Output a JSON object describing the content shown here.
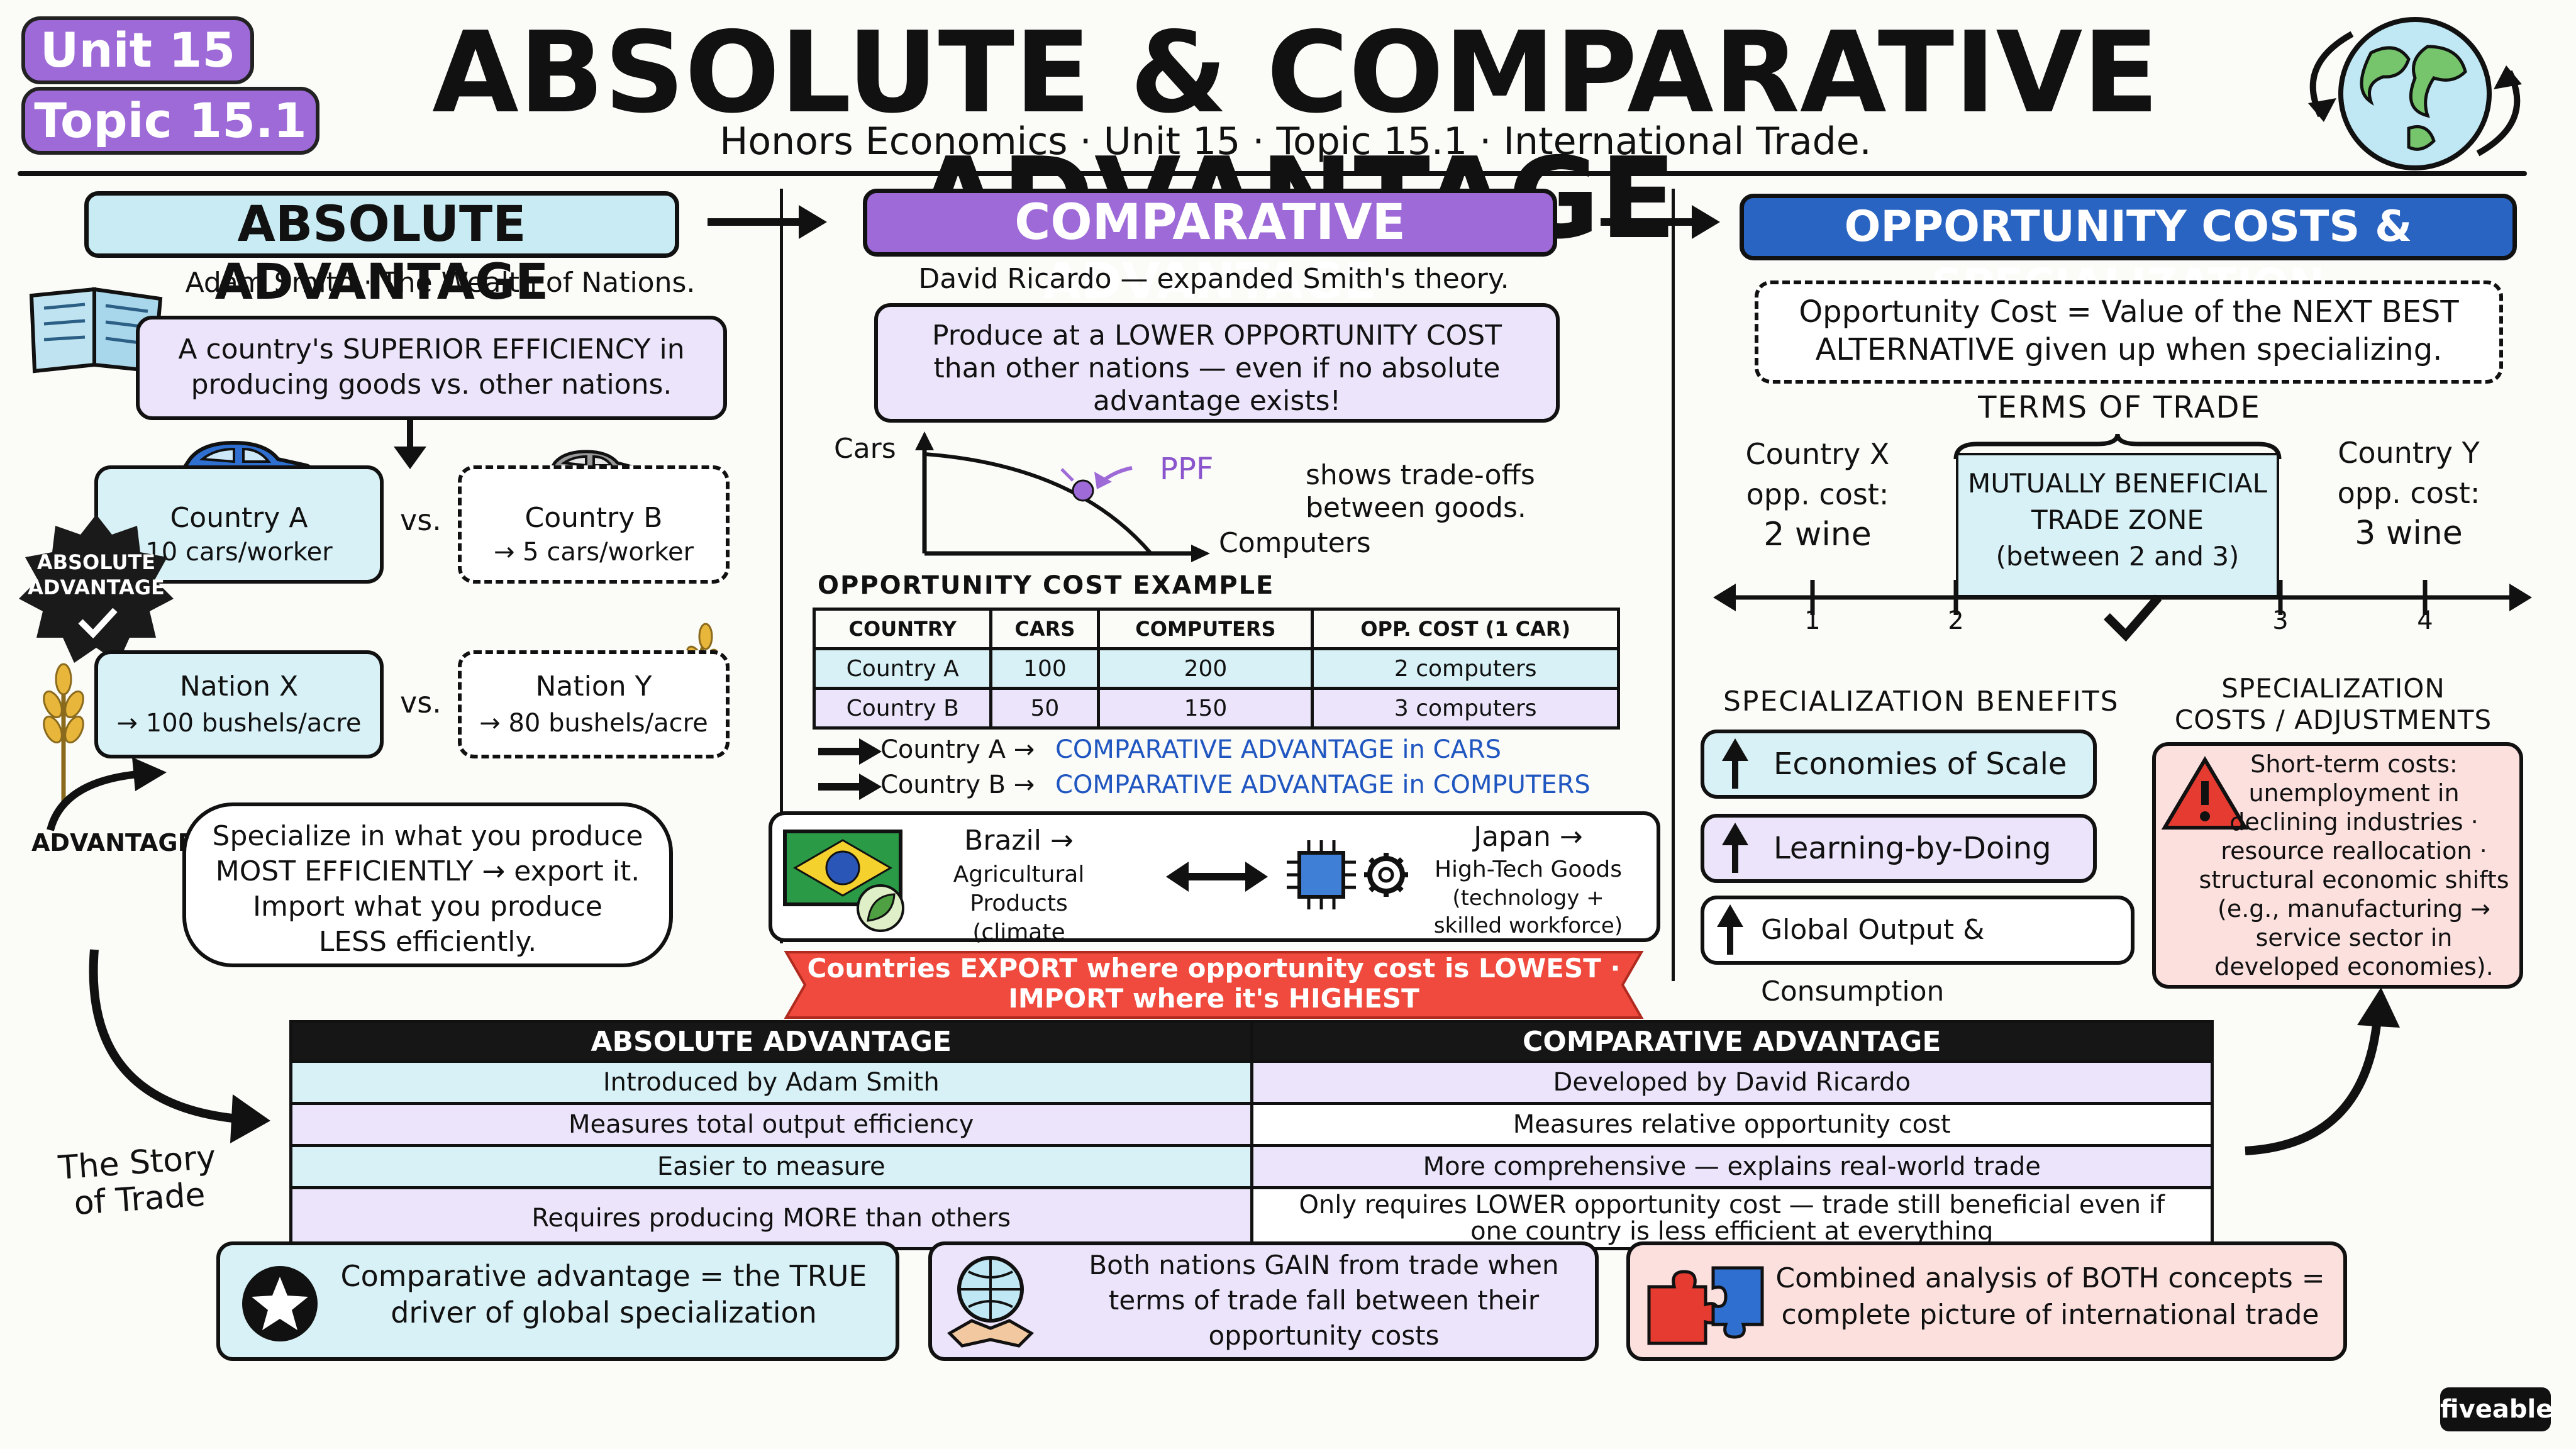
{
  "header": {
    "unit_tag": "Unit 15",
    "topic_tag": "Topic 15.1",
    "title": "ABSOLUTE & COMPARATIVE ADVANTAGE",
    "subtitle": "Honors Economics · Unit 15 · Topic 15.1 · International Trade."
  },
  "absolute": {
    "heading": "ABSOLUTE ADVANTAGE",
    "attribution": "Adam Smith · The Wealth of Nations.",
    "definition": "A country's SUPERIOR EFFICIENCY in producing goods vs. other nations.",
    "country_a_name": "Country A",
    "country_a_value": "10 cars/worker",
    "country_b_name": "Country B",
    "country_b_value": "→ 5 cars/worker",
    "vs1": "vs.",
    "nation_x_name": "Nation X",
    "nation_x_value": "→ 100 bushels/acre",
    "nation_y_name": "Nation Y",
    "nation_y_value": "→ 80 bushels/acre",
    "vs2": "vs.",
    "badge_line1": "ABSOLUTE",
    "badge_line2": "ADVANTAGE",
    "side_label": "ADVANTAGE",
    "bubble_line1": "Specialize in what you produce",
    "bubble_line2": "MOST EFFICIENTLY → export it.",
    "bubble_line3": "Import what you produce",
    "bubble_line4": "LESS efficiently.",
    "story_line1": "The Story",
    "story_line2": "of Trade"
  },
  "comparative": {
    "heading": "COMPARATIVE ADVANTAGE",
    "attribution": "David Ricardo — expanded Smith's theory.",
    "definition": "Produce at a LOWER OPPORTUNITY COST than other nations — even if no absolute advantage exists!",
    "ppf_y_label": "Cars",
    "ppf_x_label": "Computers",
    "ppf_label": "PPF",
    "ppf_note": "shows trade-offs between goods.",
    "table_title": "OPPORTUNITY COST EXAMPLE",
    "table_headers": [
      "COUNTRY",
      "CARS",
      "COMPUTERS",
      "OPP. COST (1 CAR)"
    ],
    "table_rows": [
      [
        "Country A",
        "100",
        "200",
        "2 computers"
      ],
      [
        "Country B",
        "50",
        "150",
        "3 computers"
      ]
    ],
    "conclusion_a_prefix": "Country A →",
    "conclusion_a_result": "COMPARATIVE ADVANTAGE in CARS",
    "conclusion_b_prefix": "Country B →",
    "conclusion_b_result": "COMPARATIVE ADVANTAGE in COMPUTERS",
    "brazil_name": "Brazil →",
    "brazil_goods": "Agricultural Products",
    "brazil_reason": "(climate advantage)",
    "japan_name": "Japan →",
    "japan_goods": "High-Tech Goods",
    "japan_reason": "(technology + skilled workforce)",
    "banner_line1": "Countries EXPORT where opportunity cost is LOWEST ·",
    "banner_line2": "IMPORT where it's HIGHEST"
  },
  "opportunity": {
    "heading": "OPPORTUNITY COSTS & SPECIALIZATION",
    "definition_line1": "Opportunity Cost = Value of the NEXT BEST",
    "definition_line2": "ALTERNATIVE given up when specializing.",
    "terms_title": "TERMS OF TRADE",
    "country_x_line1": "Country X",
    "country_x_line2": "opp. cost:",
    "country_x_line3": "2 wine",
    "country_y_line1": "Country Y",
    "country_y_line2": "opp. cost:",
    "country_y_line3": "3 wine",
    "zone_line1": "MUTUALLY BENEFICIAL",
    "zone_line2": "TRADE ZONE",
    "zone_line3": "(between 2 and 3)",
    "ticks": [
      "1",
      "2",
      "3",
      "4"
    ],
    "benefits_title": "SPECIALIZATION BENEFITS",
    "benefits": [
      "Economies of Scale",
      "Learning-by-Doing",
      "Global Output & Consumption"
    ],
    "costs_title_line1": "SPECIALIZATION",
    "costs_title_line2": "COSTS / ADJUSTMENTS",
    "costs_text": "Short-term costs: unemployment in declining industries · resource reallocation · structural economic shifts (e.g., manufacturing → service sector in developed economies)."
  },
  "comparison": {
    "headers": [
      "ABSOLUTE ADVANTAGE",
      "COMPARATIVE ADVANTAGE"
    ],
    "rows": [
      [
        "Introduced by Adam Smith",
        "Developed by David Ricardo"
      ],
      [
        "Measures total output efficiency",
        "Measures relative opportunity cost"
      ],
      [
        "Easier to measure",
        "More comprehensive — explains real-world trade"
      ],
      [
        "Requires producing MORE than others",
        "Only requires LOWER opportunity cost — trade still beneficial even if one country is less efficient at everything"
      ]
    ]
  },
  "takeaways": {
    "t1": "Comparative advantage = the TRUE driver of global specialization",
    "t2": "Both nations GAIN from trade when terms of trade fall between their opportunity costs",
    "t3": "Combined analysis of BOTH concepts = complete picture of international trade"
  },
  "brand": "fiveable",
  "colors": {
    "purple": "#9d6ad7",
    "blue": "#2a64c2",
    "cyan": "#d7f1f6",
    "red": "#ef4a3d"
  }
}
